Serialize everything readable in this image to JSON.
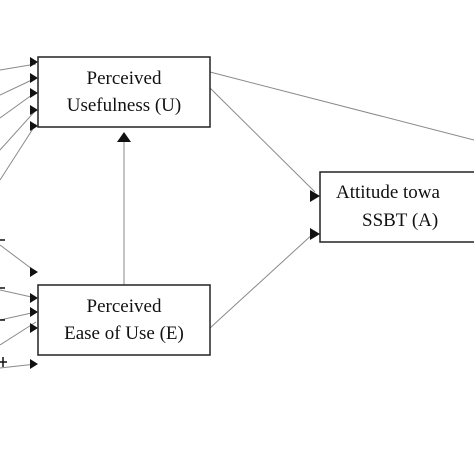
{
  "nodes": {
    "usefulness": {
      "line1": "Perceived",
      "line2": "Usefulness (U)"
    },
    "ease_of_use": {
      "line1": "Perceived",
      "line2": "Ease of Use (E)"
    },
    "attitude": {
      "line1": "Attitude towa",
      "line2": "SSBT (A)"
    }
  },
  "colors": {
    "stroke": "#222222",
    "line": "#8a8a8a",
    "arrow": "#111111",
    "background": "#ffffff"
  }
}
